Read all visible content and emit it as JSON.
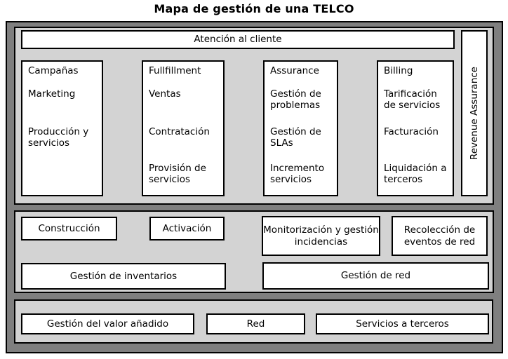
{
  "title": "Mapa de gestión de una TELCO",
  "top_band": {
    "customer_service": "Atención al cliente",
    "revenue_assurance": "Revenue Assurance",
    "columns": [
      {
        "items": [
          "Campañas",
          "Marketing",
          "Producción y servicios"
        ]
      },
      {
        "items": [
          "Fullfillment",
          "Ventas",
          "Contratación",
          "Provisión de servicios"
        ]
      },
      {
        "items": [
          "Assurance",
          "Gestión de problemas",
          "Gestión de SLAs",
          "Incremento servicios"
        ]
      },
      {
        "items": [
          "Billing",
          "Tarificación de servicios",
          "Facturación",
          "Liquidación a terceros"
        ]
      }
    ]
  },
  "middle_band": {
    "boxes": [
      "Construcción",
      "Activación",
      "Monitorización y gestión incidencias",
      "Recolección de eventos de red",
      "Gestión de inventarios",
      "Gestión de red"
    ]
  },
  "bottom_band": {
    "boxes": [
      "Gestión del valor añadido",
      "Red",
      "Servicios a terceros"
    ]
  },
  "colors": {
    "outer_frame": "#7f7f7f",
    "band_fill": "#d3d3d3",
    "box_fill": "#ffffff",
    "border": "#000000"
  }
}
